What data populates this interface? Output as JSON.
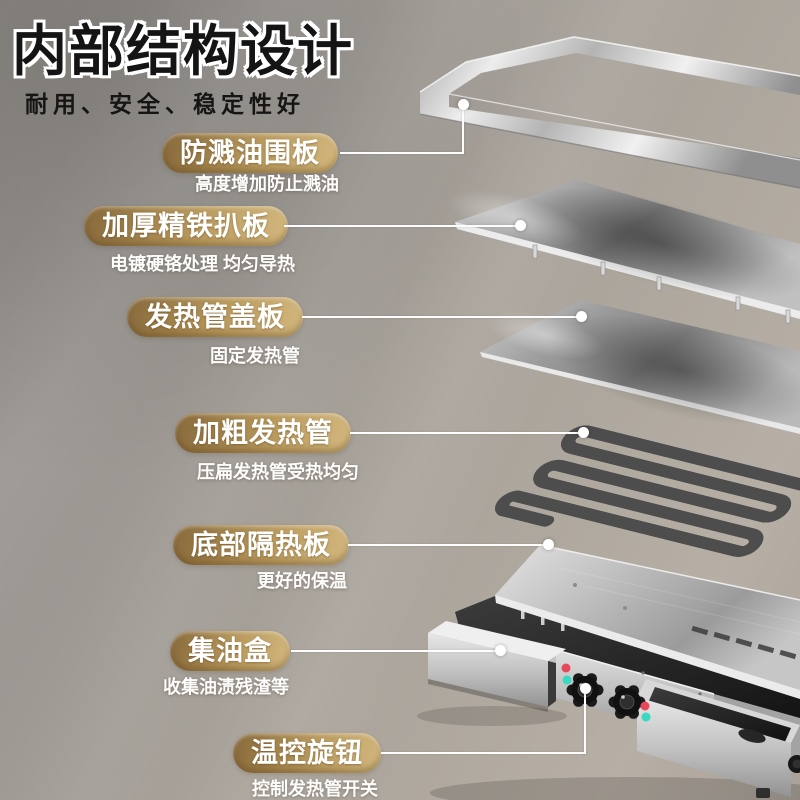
{
  "page": {
    "title": "内部结构设计",
    "subtitle": "耐用、安全、稳定性好"
  },
  "labels": [
    {
      "name": "防溅油围板",
      "desc": "高度增加防止溅油"
    },
    {
      "name": "加厚精铁扒板",
      "desc": "电镀硬铬处理 均匀导热"
    },
    {
      "name": "发热管盖板",
      "desc": "固定发热管"
    },
    {
      "name": "加粗发热管",
      "desc": "压扁发热管受热均匀"
    },
    {
      "name": "底部隔热板",
      "desc": "更好的保温"
    },
    {
      "name": "集油盒",
      "desc": "收集油渍残渣等"
    },
    {
      "name": "温控旋钮",
      "desc": "控制发热管开关"
    }
  ],
  "colors": {
    "pill_gold_dark": "#87693c",
    "pill_gold_light": "#d2b77e",
    "callout_line": "#fdfdfd",
    "indicator_red": "#e8475b",
    "indicator_cyan": "#38d8c3",
    "title_text": "#141414",
    "title_outline": "#ffffff",
    "background_gray": "#a29d96"
  },
  "diagram": {
    "parts": [
      "splash-guard-frame",
      "iron-griddle-plate",
      "heating-tube-cover-plate",
      "heating-tube-coil",
      "bottom-insulation-plate",
      "machine-body",
      "oil-drawer-left",
      "oil-drawer-right",
      "thermostat-knob-1",
      "thermostat-knob-2",
      "indicator-lights"
    ]
  }
}
